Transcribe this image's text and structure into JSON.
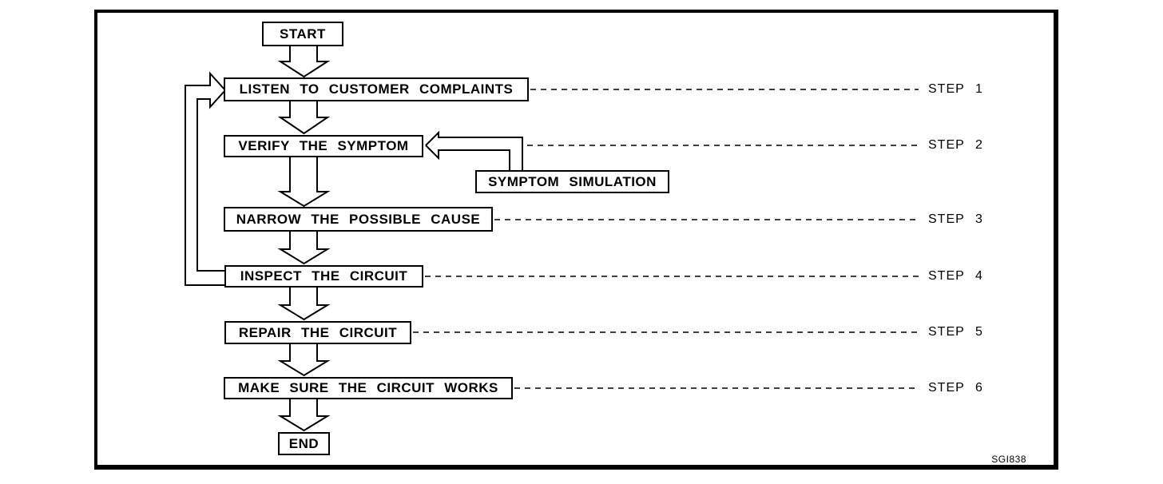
{
  "figure": {
    "code": "SGI838"
  },
  "flowchart": {
    "start": "START",
    "end": "END",
    "side_box": "SYMPTOM SIMULATION",
    "steps": [
      {
        "box": "LISTEN TO CUSTOMER COMPLAINTS",
        "label": "STEP 1"
      },
      {
        "box": "VERIFY THE SYMPTOM",
        "label": "STEP 2"
      },
      {
        "box": "NARROW THE POSSIBLE CAUSE",
        "label": "STEP 3"
      },
      {
        "box": "INSPECT THE CIRCUIT",
        "label": "STEP 4"
      },
      {
        "box": "REPAIR THE CIRCUIT",
        "label": "STEP 5"
      },
      {
        "box": "MAKE SURE THE CIRCUIT WORKS",
        "label": "STEP 6"
      }
    ],
    "connections": [
      "START -> LISTEN TO CUSTOMER COMPLAINTS",
      "LISTEN TO CUSTOMER COMPLAINTS -> VERIFY THE SYMPTOM",
      "SYMPTOM SIMULATION -> VERIFY THE SYMPTOM",
      "VERIFY THE SYMPTOM -> NARROW THE POSSIBLE CAUSE",
      "NARROW THE POSSIBLE CAUSE -> INSPECT THE CIRCUIT",
      "INSPECT THE CIRCUIT -> LISTEN TO CUSTOMER COMPLAINTS (loop back)",
      "INSPECT THE CIRCUIT -> REPAIR THE CIRCUIT",
      "REPAIR THE CIRCUIT -> MAKE SURE THE CIRCUIT WORKS",
      "MAKE SURE THE CIRCUIT WORKS -> END"
    ]
  },
  "colors": {
    "line": "#000000",
    "background": "#ffffff",
    "text": "#000000"
  }
}
